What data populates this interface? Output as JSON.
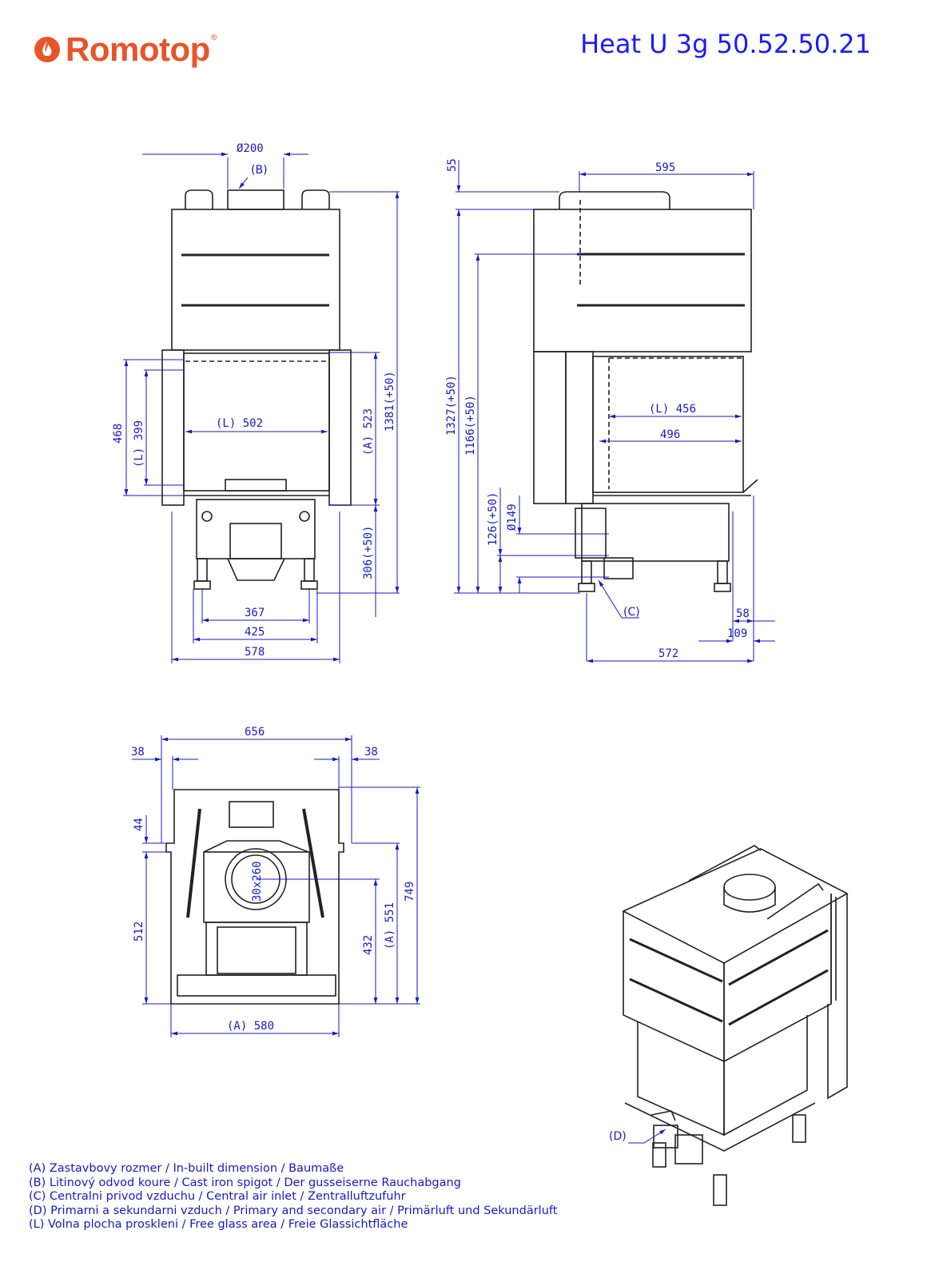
{
  "header": {
    "brand": "Romotop",
    "brand_mark": "®",
    "model": "Heat U 3g 50.52.50.21"
  },
  "front_view": {
    "flue_diameter": "Ø200",
    "marker_b": "(B)",
    "glass_height_total": "468",
    "glass_height_label": "(L)  399",
    "glass_width_label": "(L)   502",
    "inbuilt_height_label": "(A) 523",
    "total_height_label": "1381(+50)",
    "base_height_label": "306(+50)",
    "foot_span_inner": "367",
    "foot_span_outer": "425",
    "total_width": "578"
  },
  "side_view": {
    "top_offset": "55",
    "depth": "595",
    "height_total": "1327(+50)",
    "height_chamber": "1166(+50)",
    "glass_depth_label": "(L)  456",
    "inner_depth": "496",
    "air_inlet_height": "126(+50)",
    "air_inlet_diameter": "Ø149",
    "marker_c": "(C)",
    "rear_offset_small": "58",
    "rear_offset_large": "109",
    "base_depth": "572"
  },
  "top_view": {
    "overall_width": "656",
    "left_margin": "38",
    "right_margin": "38",
    "front_offset": "44",
    "spigot_label": "30x260",
    "depth_512": "512",
    "depth_432": "432",
    "depth_inbuilt": "(A) 551",
    "depth_total": "749",
    "inbuilt_width": "(A) 580"
  },
  "iso_view": {
    "marker_d": "(D)"
  },
  "legend": [
    "(A)  Zastavbovy rozmer / In-built dimension / Baumaße",
    "(B)  Litinový odvod koure / Cast iron spigot / Der gusseiserne Rauchabgang",
    "(C)  Centralni privod vzduchu / Central air inlet / Zentralluftzufuhr",
    "(D)  Primarni a sekundarni vzduch / Primary and secondary air / Primärluft und Sekundärluft",
    "(L)  Volna plocha proskleni / Free glass area / Freie Glassichtfläche"
  ],
  "colors": {
    "dimension": "#1818c8",
    "outline": "#222222",
    "brand": "#e8542a"
  }
}
